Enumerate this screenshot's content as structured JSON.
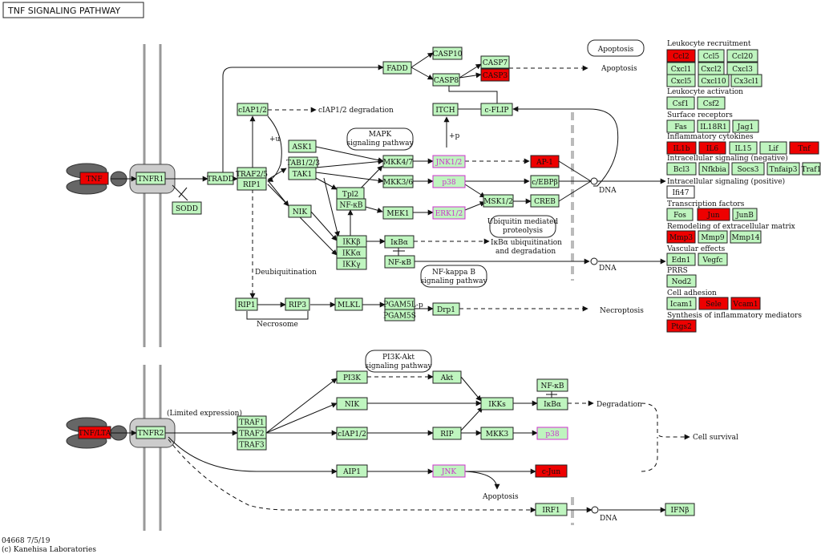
{
  "title": "TNF SIGNALING PATHWAY",
  "footer": {
    "code": "04668 7/5/19",
    "copyright": "(c) Kanehisa Laboratories"
  },
  "colors": {
    "node_green": "#bff5bf",
    "node_red": "#ee0000",
    "pink_text": "#cc33cc",
    "membrane": "#999999"
  },
  "nodes": [
    {
      "id": "tnf",
      "label": "TNF",
      "c": "r"
    },
    {
      "id": "tnfr1",
      "label": "TNFR1",
      "c": "g"
    },
    {
      "id": "sodd",
      "label": "SODD",
      "c": "g"
    },
    {
      "id": "tradd",
      "label": "TRADD",
      "c": "g"
    },
    {
      "id": "traf25",
      "label": "TRAF2/5",
      "c": "g"
    },
    {
      "id": "rip1a",
      "label": "RIP1",
      "c": "g"
    },
    {
      "id": "ciap12",
      "label": "cIAP1/2",
      "c": "g"
    },
    {
      "id": "fadd",
      "label": "FADD",
      "c": "g"
    },
    {
      "id": "casp10",
      "label": "CASP10",
      "c": "g"
    },
    {
      "id": "casp8",
      "label": "CASP8",
      "c": "g"
    },
    {
      "id": "casp7",
      "label": "CASP7",
      "c": "g"
    },
    {
      "id": "casp3",
      "label": "CASP3",
      "c": "r"
    },
    {
      "id": "itch",
      "label": "ITCH",
      "c": "g"
    },
    {
      "id": "cflip",
      "label": "c-FLIP",
      "c": "g"
    },
    {
      "id": "ask1",
      "label": "ASK1",
      "c": "g"
    },
    {
      "id": "tab123",
      "label": "TAB1/2/3",
      "c": "g"
    },
    {
      "id": "tak1",
      "label": "TAK1",
      "c": "g"
    },
    {
      "id": "mkk47",
      "label": "MKK4/7",
      "c": "g"
    },
    {
      "id": "jnk12",
      "label": "JNK1/2",
      "c": "p"
    },
    {
      "id": "ap1",
      "label": "AP-1",
      "c": "r"
    },
    {
      "id": "mkk36",
      "label": "MKK3/6",
      "c": "g"
    },
    {
      "id": "p38a",
      "label": "p38",
      "c": "p"
    },
    {
      "id": "cebpb",
      "label": "c/EBPβ",
      "c": "g"
    },
    {
      "id": "tpl2",
      "label": "Tpl2",
      "c": "g"
    },
    {
      "id": "nfkb1",
      "label": "NF-κB",
      "c": "g"
    },
    {
      "id": "mek1",
      "label": "MEK1",
      "c": "g"
    },
    {
      "id": "erk12",
      "label": "ERK1/2",
      "c": "p"
    },
    {
      "id": "msk12",
      "label": "MSK1/2",
      "c": "g"
    },
    {
      "id": "creb",
      "label": "CREB",
      "c": "g"
    },
    {
      "id": "nik1",
      "label": "NIK",
      "c": "g"
    },
    {
      "id": "ikkb",
      "label": "IKKβ",
      "c": "g"
    },
    {
      "id": "ikka",
      "label": "IKKα",
      "c": "g"
    },
    {
      "id": "ikkg",
      "label": "IKKγ",
      "c": "g"
    },
    {
      "id": "ikba1",
      "label": "IκBα",
      "c": "g"
    },
    {
      "id": "nfkb2",
      "label": "NF-κB",
      "c": "g"
    },
    {
      "id": "rip1b",
      "label": "RIP1",
      "c": "g"
    },
    {
      "id": "rip3",
      "label": "RIP3",
      "c": "g"
    },
    {
      "id": "mlkl",
      "label": "MLKL",
      "c": "g"
    },
    {
      "id": "pgam5l",
      "label": "PGAM5L",
      "c": "g"
    },
    {
      "id": "pgam5s",
      "label": "PGAM5S",
      "c": "g"
    },
    {
      "id": "drp1",
      "label": "Drp1",
      "c": "g"
    },
    {
      "id": "tnflta",
      "label": "TNF/LTA",
      "c": "r"
    },
    {
      "id": "tnfr2",
      "label": "TNFR2",
      "c": "g"
    },
    {
      "id": "traf1",
      "label": "TRAF1",
      "c": "g"
    },
    {
      "id": "traf2",
      "label": "TRAF2",
      "c": "g"
    },
    {
      "id": "traf3",
      "label": "TRAF3",
      "c": "g"
    },
    {
      "id": "pi3k",
      "label": "PI3K",
      "c": "g"
    },
    {
      "id": "akt",
      "label": "Akt",
      "c": "g"
    },
    {
      "id": "nik2",
      "label": "NIK",
      "c": "g"
    },
    {
      "id": "ikks",
      "label": "IKKs",
      "c": "g"
    },
    {
      "id": "nfkb3",
      "label": "NF-κB",
      "c": "g"
    },
    {
      "id": "ikba2",
      "label": "IκBα",
      "c": "g"
    },
    {
      "id": "ciap12b",
      "label": "cIAP1/2",
      "c": "g"
    },
    {
      "id": "rip2",
      "label": "RIP",
      "c": "g"
    },
    {
      "id": "mkk3",
      "label": "MKK3",
      "c": "g"
    },
    {
      "id": "p38b",
      "label": "p38",
      "c": "p"
    },
    {
      "id": "aip1",
      "label": "AIP1",
      "c": "g"
    },
    {
      "id": "jnk2",
      "label": "JNK",
      "c": "p"
    },
    {
      "id": "cjun",
      "label": "c-Jun",
      "c": "r"
    },
    {
      "id": "irf1",
      "label": "IRF1",
      "c": "g"
    },
    {
      "id": "ifnb",
      "label": "IFNβ",
      "c": "g"
    },
    {
      "id": "ccl2",
      "label": "Ccl2",
      "c": "r"
    },
    {
      "id": "ccl5",
      "label": "Ccl5",
      "c": "g"
    },
    {
      "id": "ccl20",
      "label": "Ccl20",
      "c": "g"
    },
    {
      "id": "cxcl1",
      "label": "Cxcl1",
      "c": "g"
    },
    {
      "id": "cxcl2",
      "label": "Cxcl2",
      "c": "g"
    },
    {
      "id": "cxcl3",
      "label": "Cxcl3",
      "c": "g"
    },
    {
      "id": "cxcl5",
      "label": "Cxcl5",
      "c": "g"
    },
    {
      "id": "cxcl10",
      "label": "Cxcl10",
      "c": "g"
    },
    {
      "id": "cx3cl1",
      "label": "Cx3cl1",
      "c": "g"
    },
    {
      "id": "csf1",
      "label": "Csf1",
      "c": "g"
    },
    {
      "id": "csf2",
      "label": "Csf2",
      "c": "g"
    },
    {
      "id": "fas",
      "label": "Fas",
      "c": "g"
    },
    {
      "id": "il18r1",
      "label": "IL18R1",
      "c": "g"
    },
    {
      "id": "jag1",
      "label": "Jag1",
      "c": "g"
    },
    {
      "id": "il1b",
      "label": "IL1b",
      "c": "r"
    },
    {
      "id": "il6",
      "label": "IL6",
      "c": "r"
    },
    {
      "id": "il15",
      "label": "IL15",
      "c": "g"
    },
    {
      "id": "lif",
      "label": "Lif",
      "c": "g"
    },
    {
      "id": "tnfr",
      "label": "Tnf",
      "c": "r"
    },
    {
      "id": "bcl3",
      "label": "Bcl3",
      "c": "g"
    },
    {
      "id": "nfkbia",
      "label": "Nfkbia",
      "c": "g"
    },
    {
      "id": "socs3",
      "label": "Socs3",
      "c": "g"
    },
    {
      "id": "tnfaip3",
      "label": "Tnfaip3",
      "c": "g"
    },
    {
      "id": "traf1r",
      "label": "Traf1",
      "c": "g"
    },
    {
      "id": "ifi47",
      "label": "Ifi47",
      "c": "w"
    },
    {
      "id": "fos",
      "label": "Fos",
      "c": "g"
    },
    {
      "id": "jun",
      "label": "Jun",
      "c": "r"
    },
    {
      "id": "junb",
      "label": "JunB",
      "c": "g"
    },
    {
      "id": "mmp3",
      "label": "Mmp3",
      "c": "r"
    },
    {
      "id": "mmp9",
      "label": "Mmp9",
      "c": "g"
    },
    {
      "id": "mmp14",
      "label": "Mmp14",
      "c": "g"
    },
    {
      "id": "edn1",
      "label": "Edn1",
      "c": "g"
    },
    {
      "id": "vegfc",
      "label": "Vegfc",
      "c": "g"
    },
    {
      "id": "nod2",
      "label": "Nod2",
      "c": "g"
    },
    {
      "id": "icam1",
      "label": "Icam1",
      "c": "g"
    },
    {
      "id": "sele",
      "label": "Sele",
      "c": "r"
    },
    {
      "id": "vcam1",
      "label": "Vcam1",
      "c": "r"
    },
    {
      "id": "ptgs2",
      "label": "Ptgs2",
      "c": "r"
    }
  ],
  "labels": [
    {
      "id": "apoptosis_box",
      "text": "Apoptosis"
    },
    {
      "id": "apoptosis1",
      "text": "Apoptosis"
    },
    {
      "id": "ciap_degr",
      "text": "cIAP1/2 degradation"
    },
    {
      "id": "mapk1",
      "text": "MAPK"
    },
    {
      "id": "mapk2",
      "text": "signaling pathway"
    },
    {
      "id": "ubiq1",
      "text": "Ubiquitin mediated"
    },
    {
      "id": "ubiq2",
      "text": "proteolysis"
    },
    {
      "id": "ikb_degr1",
      "text": "IκBα ubiquitination"
    },
    {
      "id": "ikb_degr2",
      "text": "and degradation"
    },
    {
      "id": "nfkb_path1",
      "text": "NF-kappa B"
    },
    {
      "id": "nfkb_path2",
      "text": "signaling pathway"
    },
    {
      "id": "dna1",
      "text": "DNA"
    },
    {
      "id": "dna2",
      "text": "DNA"
    },
    {
      "id": "dna3",
      "text": "DNA"
    },
    {
      "id": "deubiq",
      "text": "Deubiquitination"
    },
    {
      "id": "necrosome",
      "text": "Necrosome"
    },
    {
      "id": "necroptosis",
      "text": "Necroptosis"
    },
    {
      "id": "pi3k_path1",
      "text": "PI3K-Akt"
    },
    {
      "id": "pi3k_path2",
      "text": "signaling pathway"
    },
    {
      "id": "limited",
      "text": "(Limited expression)"
    },
    {
      "id": "degradation",
      "text": "Degradation"
    },
    {
      "id": "cell_survival",
      "text": "Cell survival"
    },
    {
      "id": "apoptosis2",
      "text": "Apoptosis"
    },
    {
      "id": "plus_u",
      "text": "+u"
    },
    {
      "id": "plus_p",
      "text": "+p"
    },
    {
      "id": "minus_p",
      "text": "-p"
    }
  ],
  "categories": [
    {
      "id": "cat_leuko",
      "text": "Leukocyte recruitment"
    },
    {
      "id": "cat_leukoact",
      "text": "Leukocyte activation"
    },
    {
      "id": "cat_surface",
      "text": "Surface receptors"
    },
    {
      "id": "cat_inflam",
      "text": "Inflammatory cytokines"
    },
    {
      "id": "cat_intraneg",
      "text": "Intracellular signaling (negative)"
    },
    {
      "id": "cat_intrapos",
      "text": "Intracellular signaling (positive)"
    },
    {
      "id": "cat_tf",
      "text": "Transcription factors"
    },
    {
      "id": "cat_ecm",
      "text": "Remodeling of extracellular matrix"
    },
    {
      "id": "cat_vasc",
      "text": "Vascular effects"
    },
    {
      "id": "cat_prrs",
      "text": "PRRS"
    },
    {
      "id": "cat_adh",
      "text": "Cell adhesion"
    },
    {
      "id": "cat_synth",
      "text": "Synthesis of inflammatory mediators"
    }
  ]
}
